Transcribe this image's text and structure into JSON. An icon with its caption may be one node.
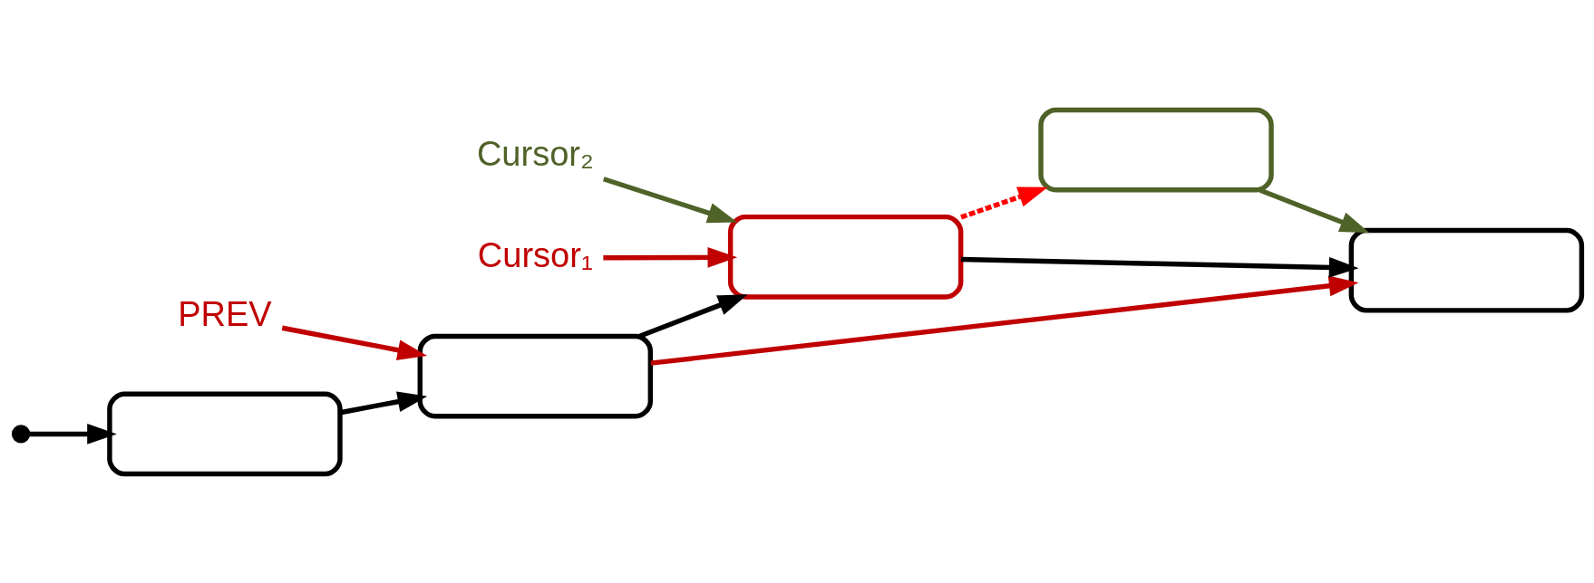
{
  "diagram": {
    "nodes": [
      {
        "text": [
          "Cursor₂"
        ]
      },
      {
        "text": [],
        "shape": "box"
      },
      {
        "text": [
          "PREV"
        ]
      },
      {
        "text": [
          "Cursor₁"
        ]
      },
      {
        "text": [],
        "shape": "circle"
      },
      {
        "text": [],
        "shape": "box"
      },
      {
        "text": [],
        "shape": "box"
      },
      {
        "text": [],
        "shape": "box"
      },
      {
        "text": [],
        "shape": "box"
      }
    ],
    "edges": [
      {
        "from": 4,
        "to": 5,
        "arrow": "to"
      },
      {
        "from": 5,
        "to": 6,
        "arrow": "to"
      },
      {
        "from": 6,
        "to": 7,
        "arrow": "to"
      },
      {
        "from": 7,
        "to": 8,
        "arrow": "to"
      },
      {
        "from": 2,
        "to": 6,
        "arrow": "to",
        "color": "#c00000"
      },
      {
        "from": 3,
        "to": 7,
        "arrow": "to",
        "color": "#c00000"
      },
      {
        "from": 0,
        "to": 7,
        "arrow": "to",
        "color": "#4f6228"
      },
      {
        "from": 7,
        "to": 1,
        "arrow": "to",
        "style": "dashed",
        "color": "#ff0000"
      },
      {
        "from": 1,
        "to": 8,
        "arrow": "to",
        "color": "#4f6228"
      },
      {
        "from": 6,
        "to": 8,
        "arrow": "to",
        "color": "#c00000"
      }
    ]
  }
}
